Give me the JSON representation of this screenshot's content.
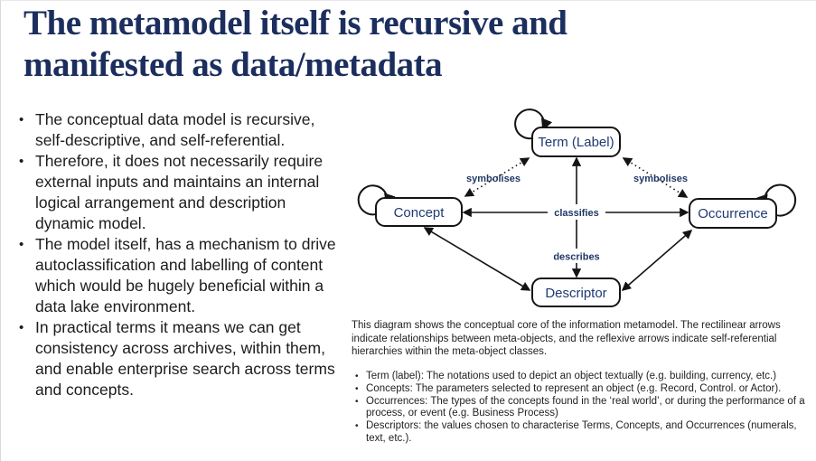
{
  "title": {
    "full": "The metamodel itself is recursive and manifested as data/metadata",
    "line1": "The metamodel itself is recursive and",
    "line2": "manifested as data/metadata"
  },
  "left_bullets": [
    "The conceptual data model is recursive, self-descriptive, and self-referential.",
    "Therefore, it does not necessarily require external inputs and maintains an internal logical arrangement and description dynamic model.",
    "The model itself, has a mechanism to drive autoclassification and labelling of content which would be hugely beneficial within a data lake environment.",
    "In practical terms it means we can get consistency across archives, within them, and enable enterprise search across terms and concepts."
  ],
  "diagram": {
    "nodes": {
      "term": "Term (Label)",
      "concept": "Concept",
      "occurrence": "Occurrence",
      "descriptor": "Descriptor"
    },
    "edge_labels": {
      "symbolises_left": "symbolises",
      "symbolises_right": "symbolises",
      "classifies": "classifies",
      "describes": "describes"
    },
    "colors": {
      "node_text": "#1f3a73",
      "edge_label": "#1f3864",
      "stroke": "#141414",
      "node_fill": "#ffffff"
    }
  },
  "caption": "This diagram shows the conceptual core of the information metamodel. The rectilinear arrows indicate relationships between meta-objects, and the reflexive arrows indicate self-referential hierarchies within the meta-object classes.",
  "bottom_bullets": [
    "Term (label): The notations used to depict an object textually (e.g. building, currency, etc.)",
    "Concepts: The parameters selected to represent an object (e.g. Record, Control. or Actor).",
    "Occurrences: The types of the concepts found in the ‘real world’, or during the performance of a process, or event (e.g. Business Process)",
    "Descriptors: the values chosen to characterise Terms, Concepts, and Occurrences (numerals, text, etc.)."
  ],
  "colors": {
    "title": "#1b2e5e",
    "body_text": "#1c1c1c",
    "background": "#ffffff"
  }
}
